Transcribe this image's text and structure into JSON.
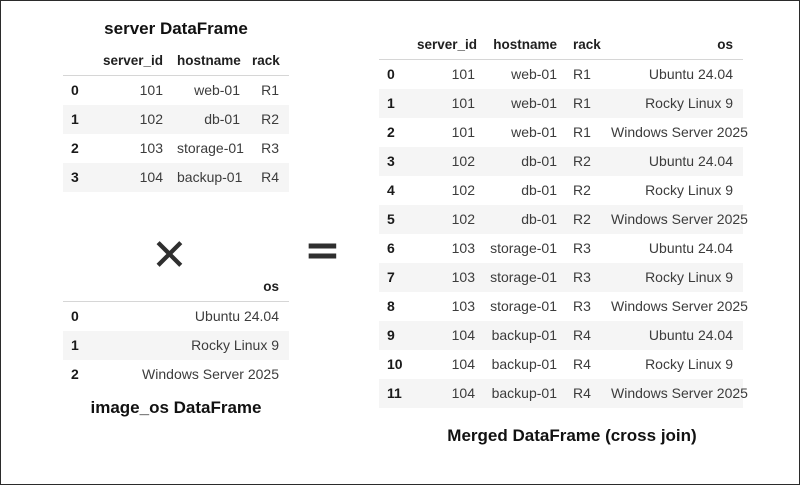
{
  "figure": {
    "operators": {
      "times": "✕",
      "equals": "="
    }
  },
  "server_table": {
    "title": "server DataFrame",
    "index_header": "",
    "columns": [
      "server_id",
      "hostname",
      "rack"
    ],
    "index": [
      "0",
      "1",
      "2",
      "3"
    ],
    "rows": [
      [
        "101",
        "web-01",
        "R1"
      ],
      [
        "102",
        "db-01",
        "R2"
      ],
      [
        "103",
        "storage-01",
        "R3"
      ],
      [
        "104",
        "backup-01",
        "R4"
      ]
    ]
  },
  "image_os_table": {
    "title": "image_os DataFrame",
    "index_header": "",
    "columns": [
      "os"
    ],
    "index": [
      "0",
      "1",
      "2"
    ],
    "rows": [
      [
        "Ubuntu 24.04"
      ],
      [
        "Rocky Linux 9"
      ],
      [
        "Windows Server 2025"
      ]
    ]
  },
  "merged_table": {
    "title": "Merged DataFrame (cross join)",
    "index_header": "",
    "columns": [
      "server_id",
      "hostname",
      "rack",
      "os"
    ],
    "index": [
      "0",
      "1",
      "2",
      "3",
      "4",
      "5",
      "6",
      "7",
      "8",
      "9",
      "10",
      "11"
    ],
    "rows": [
      [
        "101",
        "web-01",
        "R1",
        "Ubuntu 24.04"
      ],
      [
        "101",
        "web-01",
        "R1",
        "Rocky Linux 9"
      ],
      [
        "101",
        "web-01",
        "R1",
        "Windows Server 2025"
      ],
      [
        "102",
        "db-01",
        "R2",
        "Ubuntu 24.04"
      ],
      [
        "102",
        "db-01",
        "R2",
        "Rocky Linux 9"
      ],
      [
        "102",
        "db-01",
        "R2",
        "Windows Server 2025"
      ],
      [
        "103",
        "storage-01",
        "R3",
        "Ubuntu 24.04"
      ],
      [
        "103",
        "storage-01",
        "R3",
        "Rocky Linux 9"
      ],
      [
        "103",
        "storage-01",
        "R3",
        "Windows Server 2025"
      ],
      [
        "104",
        "backup-01",
        "R4",
        "Ubuntu 24.04"
      ],
      [
        "104",
        "backup-01",
        "R4",
        "Rocky Linux 9"
      ],
      [
        "104",
        "backup-01",
        "R4",
        "Windows Server 2025"
      ]
    ]
  },
  "colors": {
    "stripe": "#f5f5f5",
    "rule": "#d6d6d6",
    "text": "#3c3c3c",
    "heading": "#111111",
    "border": "#2b2b2b"
  }
}
